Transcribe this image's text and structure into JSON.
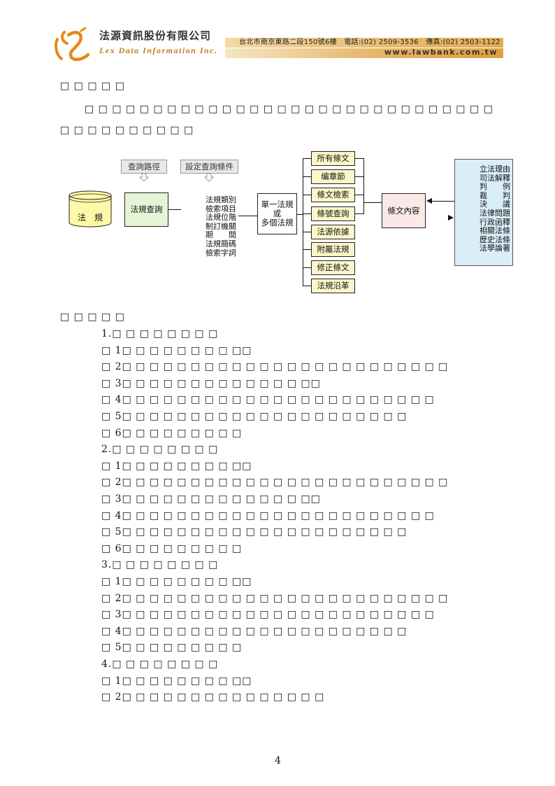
{
  "header": {
    "company_zh": "法源資訊股份有限公司",
    "company_en": "Lex Data Information Inc.",
    "contact": "台北市南京東路二段150號6樓　電話:(02) 2509-3536　傳真:(02) 2503-1122",
    "website": "www.lawbank.com.tw",
    "colors": {
      "logo": "#e48a1c",
      "bar": "#e7b768"
    }
  },
  "section_a_heading": "□ □ □ □ □",
  "intro_line_1": "□ □ □ □ □ □ □ □ □ □ □ □ □ □ □ □ □ □ □ □ □ □ □ □ □ □ □ □ □ □",
  "intro_line_2": "□ □ □ □ □ □ □ □ □ □",
  "flowchart": {
    "database_label": "法　規",
    "main_query": "法規查詢",
    "path_label": "查詢路徑",
    "set_conditions_label": "設定查詢條件",
    "conditions": [
      "法規類別",
      "檢索項目",
      "法規位階",
      "制訂機關",
      "期　　間",
      "法規簡碼",
      "檢索字詞"
    ],
    "result_set": [
      "單一法規",
      "或",
      "多個法規"
    ],
    "functions": [
      "所有條文",
      "编章節",
      "條文檢索",
      "條號查詢",
      "法源依據",
      "附屬法規",
      "修正條文",
      "法規沿革"
    ],
    "article_content": "條文內容",
    "related": [
      "立法理由",
      "司法解釋",
      "判　　例",
      "裁　　判",
      "決　　議",
      "法律問題",
      "行政函釋",
      "相關法條",
      "歷史法條",
      "法學論著"
    ]
  },
  "section_b_heading": "□ □ □ □ □",
  "steps": [
    "1.□ □ □ □ □ □ □ □",
    "□ 1□ □ □ □ □ □ □ □ □□",
    "□ 2□ □ □ □ □ □ □ □ □ □ □ □ □ □ □ □ □ □ □ □ □ □ □ □",
    "□ 3□ □ □ □ □ □ □ □ □ □ □ □ □ □□",
    "□ 4□ □ □ □ □ □ □ □ □ □ □ □ □ □ □ □ □ □ □ □ □ □ □",
    "□ 5□ □ □ □ □ □ □ □ □ □ □ □ □ □ □ □ □ □ □ □ □",
    "□ 6□ □ □ □ □ □ □ □ □",
    "2.□ □ □ □ □ □ □ □",
    "□ 1□ □ □ □ □ □ □ □ □□",
    "□ 2□ □ □ □ □ □ □ □ □ □ □ □ □ □ □ □ □ □ □ □ □ □ □ □",
    "□ 3□ □ □ □ □ □ □ □ □ □ □ □ □ □□",
    "□ 4□ □ □ □ □ □ □ □ □ □ □ □ □ □ □ □ □ □ □ □ □ □ □",
    "□ 5□ □ □ □ □ □ □ □ □ □ □ □ □ □ □ □ □ □ □ □ □",
    "□ 6□ □ □ □ □ □ □ □ □",
    "3.□ □ □ □ □ □ □ □",
    "□ 1□ □ □ □ □ □ □ □ □□",
    "□ 2□ □ □ □ □ □ □ □ □ □ □ □ □ □ □ □ □ □ □ □ □ □ □ □",
    "□ 3□ □ □ □ □ □ □ □ □ □ □ □ □ □ □ □ □ □ □ □ □ □ □",
    "□ 4□ □ □ □ □ □ □ □ □ □ □ □ □ □ □ □ □ □ □ □ □",
    "□ 5□ □ □ □ □ □ □ □ □",
    "4.□ □ □ □ □ □ □ □",
    "□ 1□ □ □ □ □ □ □ □ □□",
    "□ 2□ □ □ □ □ □ □ □ □ □ □ □ □ □ □"
  ],
  "page_number": "4"
}
